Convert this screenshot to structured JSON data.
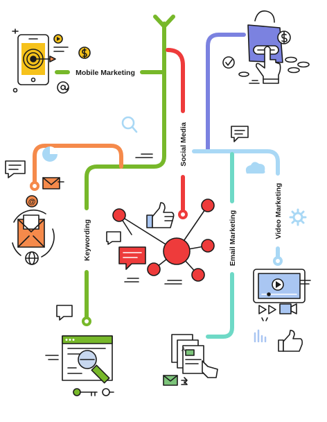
{
  "labels": {
    "mobile_marketing": "Mobile Marketing",
    "social_media": "Social Media",
    "keywording": "Keywording",
    "email_marketing": "Email Marketing",
    "video_marketing": "Video Marketing"
  },
  "colors": {
    "green": "#77b82a",
    "orange": "#f58a4b",
    "red": "#ee3b3b",
    "purple": "#7b82e0",
    "light_blue": "#a9d8f5",
    "teal": "#6ed9c6",
    "yellow": "#f6c21b",
    "outline": "#1b1b1b",
    "blue_fill": "#a9c6f2",
    "green_fill": "#7cc47a"
  },
  "icons": [
    "smartphone-target-icon",
    "play-icon",
    "dollar-coin-icon",
    "at-sign-icon",
    "magnifier-icon",
    "shopping-bag-icon",
    "hand-pointer-icon",
    "coins-icon",
    "checkmark-icon",
    "chat-bubble-icon",
    "pie-chart-icon",
    "cloud-icon",
    "envelope-icon",
    "email-cycle-icon",
    "globe-icon",
    "thumbs-up-icon",
    "network-graph-icon",
    "gear-icon",
    "video-player-icon",
    "browser-search-icon",
    "key-icon",
    "documents-icon",
    "bar-chart-icon"
  ]
}
